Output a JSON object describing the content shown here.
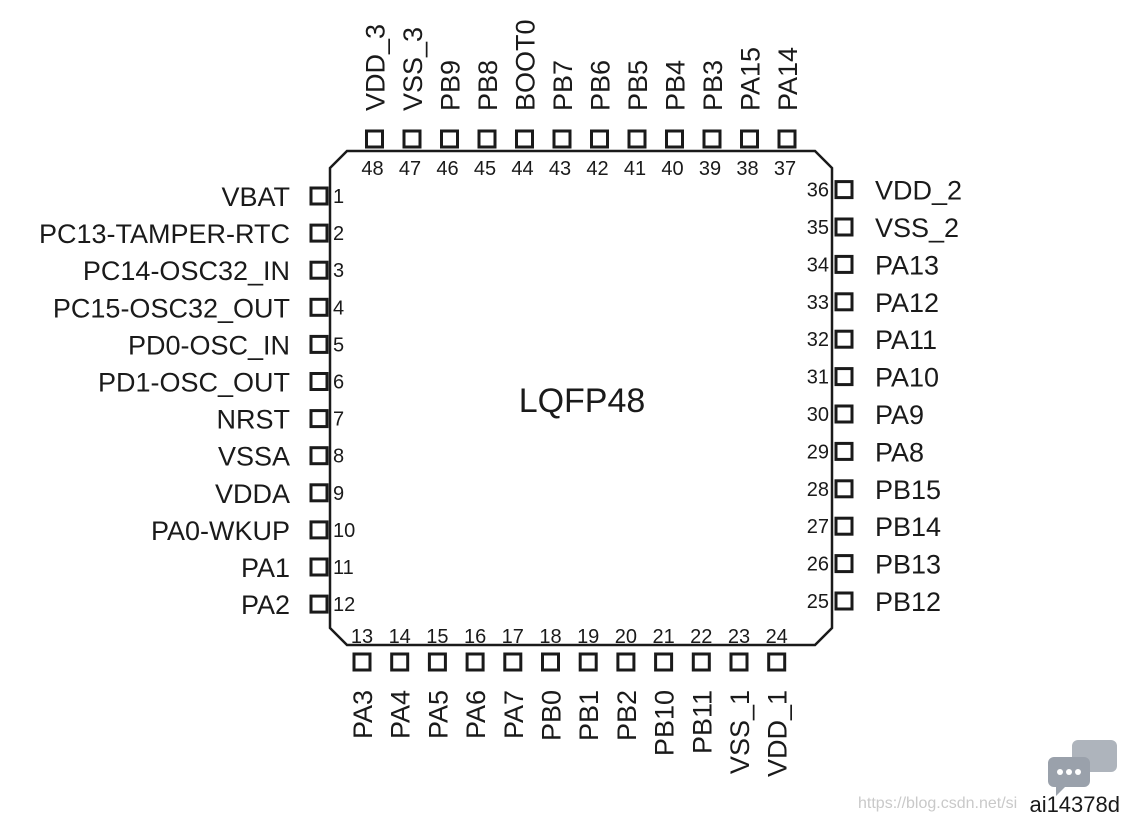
{
  "package_name": "LQFP48",
  "figure_id": "ai14378d",
  "watermark": "https://blog.csdn.net/si",
  "colors": {
    "ink": "#1a1a1a",
    "watermark_bubble": "#9aa1ab"
  },
  "icons": {
    "watermark": "chat-bubble-icon"
  },
  "pins": {
    "left": [
      {
        "num": "1",
        "label": "VBAT"
      },
      {
        "num": "2",
        "label": "PC13-TAMPER-RTC"
      },
      {
        "num": "3",
        "label": "PC14-OSC32_IN"
      },
      {
        "num": "4",
        "label": "PC15-OSC32_OUT"
      },
      {
        "num": "5",
        "label": "PD0-OSC_IN"
      },
      {
        "num": "6",
        "label": "PD1-OSC_OUT"
      },
      {
        "num": "7",
        "label": "NRST"
      },
      {
        "num": "8",
        "label": "VSSA"
      },
      {
        "num": "9",
        "label": "VDDA"
      },
      {
        "num": "10",
        "label": "PA0-WKUP"
      },
      {
        "num": "11",
        "label": "PA1"
      },
      {
        "num": "12",
        "label": "PA2"
      }
    ],
    "bottom": [
      {
        "num": "13",
        "label": "PA3"
      },
      {
        "num": "14",
        "label": "PA4"
      },
      {
        "num": "15",
        "label": "PA5"
      },
      {
        "num": "16",
        "label": "PA6"
      },
      {
        "num": "17",
        "label": "PA7"
      },
      {
        "num": "18",
        "label": "PB0"
      },
      {
        "num": "19",
        "label": "PB1"
      },
      {
        "num": "20",
        "label": "PB2"
      },
      {
        "num": "21",
        "label": "PB10"
      },
      {
        "num": "22",
        "label": "PB11"
      },
      {
        "num": "23",
        "label": "VSS_1"
      },
      {
        "num": "24",
        "label": "VDD_1"
      }
    ],
    "right": [
      {
        "num": "25",
        "label": "PB12"
      },
      {
        "num": "26",
        "label": "PB13"
      },
      {
        "num": "27",
        "label": "PB14"
      },
      {
        "num": "28",
        "label": "PB15"
      },
      {
        "num": "29",
        "label": "PA8"
      },
      {
        "num": "30",
        "label": "PA9"
      },
      {
        "num": "31",
        "label": "PA10"
      },
      {
        "num": "32",
        "label": "PA11"
      },
      {
        "num": "33",
        "label": "PA12"
      },
      {
        "num": "34",
        "label": "PA13"
      },
      {
        "num": "35",
        "label": "VSS_2"
      },
      {
        "num": "36",
        "label": "VDD_2"
      }
    ],
    "top": [
      {
        "num": "37",
        "label": "PA14"
      },
      {
        "num": "38",
        "label": "PA15"
      },
      {
        "num": "39",
        "label": "PB3"
      },
      {
        "num": "40",
        "label": "PB4"
      },
      {
        "num": "41",
        "label": "PB5"
      },
      {
        "num": "42",
        "label": "PB6"
      },
      {
        "num": "43",
        "label": "PB7"
      },
      {
        "num": "44",
        "label": "BOOT0"
      },
      {
        "num": "45",
        "label": "PB8"
      },
      {
        "num": "46",
        "label": "PB9"
      },
      {
        "num": "47",
        "label": "VSS_3"
      },
      {
        "num": "48",
        "label": "VDD_3"
      }
    ]
  }
}
